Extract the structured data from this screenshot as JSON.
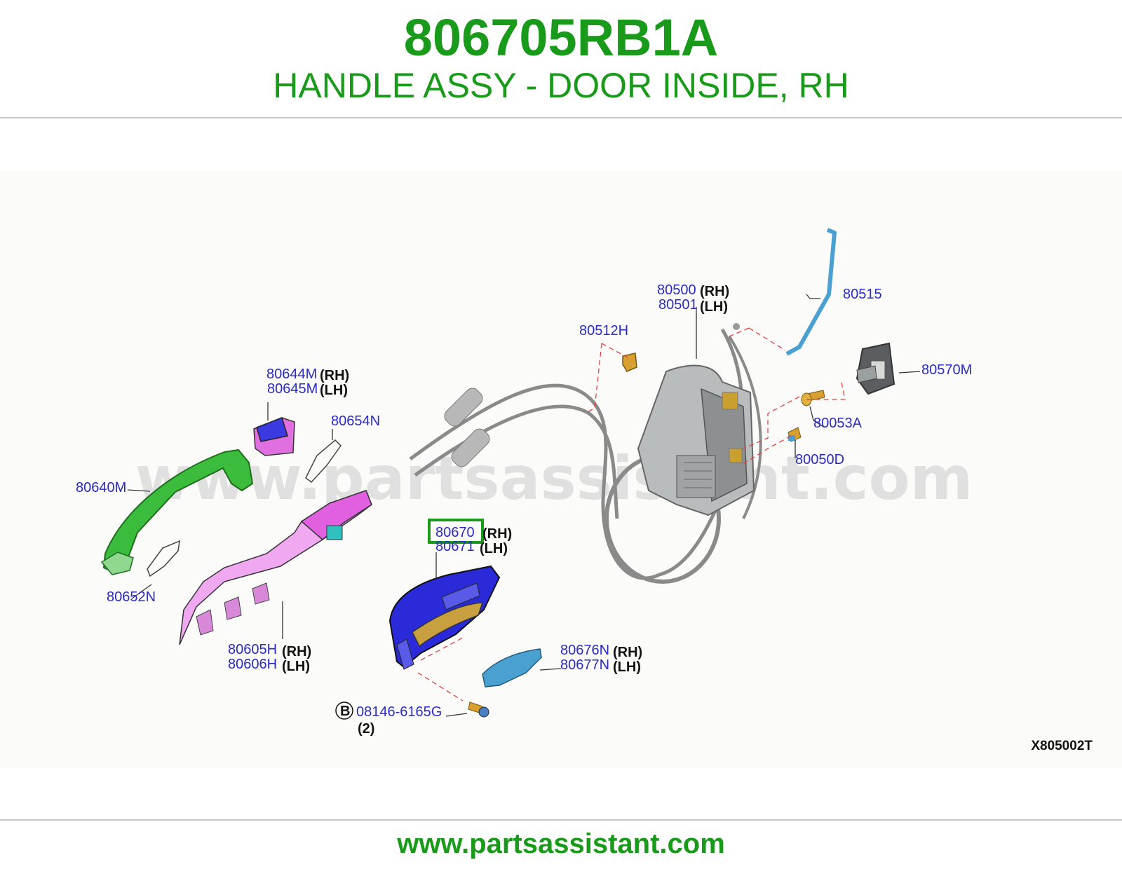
{
  "header": {
    "part_number": "806705RB1A",
    "description": "HANDLE ASSY - DOOR INSIDE, RH"
  },
  "diagram": {
    "watermark": "www.partsassistant.com",
    "drawing_code": "X805002T",
    "highlight_color": "#1a9a1a",
    "callouts": {
      "c80515": "80515",
      "c80500": "80500",
      "c80500_side": "(RH)",
      "c80501": "80501",
      "c80501_side": "(LH)",
      "c80512H": "80512H",
      "c80570M": "80570M",
      "c80053A": "80053A",
      "c80050D": "80050D",
      "c80644M": "80644M",
      "c80644M_side": "(RH)",
      "c80645M": "80645M",
      "c80645M_side": "(LH)",
      "c80654N": "80654N",
      "c80640M": "80640M",
      "c80652N": "80652N",
      "c80605H": "80605H",
      "c80605H_side": "(RH)",
      "c80606H": "80606H",
      "c80606H_side": "(LH)",
      "c80670": "80670",
      "c80670_side": "(RH)",
      "c80671": "80671",
      "c80671_side": "(LH)",
      "c80676N": "80676N",
      "c80676N_side": "(RH)",
      "c80677N": "80677N",
      "c80677N_side": "(LH)",
      "bolt_marker": "B",
      "bolt": "08146-6165G",
      "bolt_qty": "(2)"
    }
  },
  "footer": {
    "url": "www.partsassistant.com"
  }
}
